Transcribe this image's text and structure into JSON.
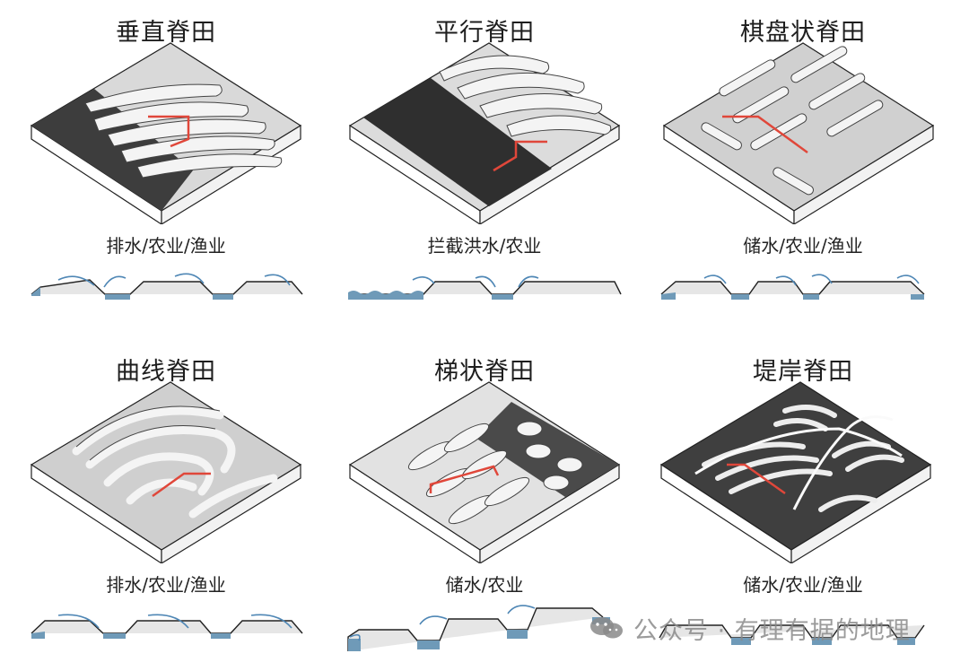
{
  "panels": [
    {
      "title": "垂直脊田",
      "caption": "排水/农业/渔业"
    },
    {
      "title": "平行脊田",
      "caption": "拦截洪水/农业"
    },
    {
      "title": "棋盘状脊田",
      "caption": "储水/农业/渔业"
    },
    {
      "title": "曲线脊田",
      "caption": "排水/农业/渔业"
    },
    {
      "title": "梯状脊田",
      "caption": "储水/农业"
    },
    {
      "title": "堤岸脊田",
      "caption": "储水/农业/渔业"
    }
  ],
  "watermark": {
    "text": "公众号 · 有理有据的地理",
    "icon": "wechat-icon"
  },
  "colors": {
    "water": "#6f9ab8",
    "water_light": "#a9c6da",
    "ridge_fill": "#e6e6e6",
    "dark_ground": "#3a3a3a",
    "accent": "#e0473a",
    "arrow": "#4f87b5"
  }
}
